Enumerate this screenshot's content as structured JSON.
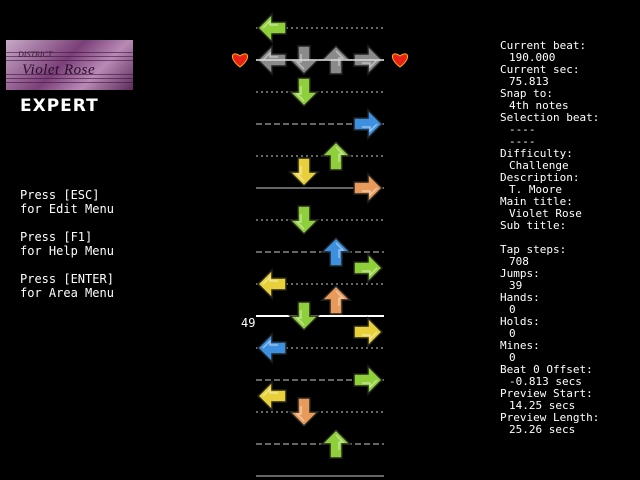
{
  "banner": {
    "line1": "DISTRICT",
    "line2": "Violet Rose"
  },
  "difficulty_label": "EXPERT",
  "help": [
    {
      "line1": "Press [ESC]",
      "line2": "for Edit Menu"
    },
    {
      "line1": "Press [F1]",
      "line2": "for Help Menu"
    },
    {
      "line1": "Press [ENTER]",
      "line2": "for Area Menu"
    }
  ],
  "stats": {
    "current_beat_label": "Current beat:",
    "current_beat": "190.000",
    "current_sec_label": "Current sec:",
    "current_sec": "75.813",
    "snap_label": "Snap to:",
    "snap": "4th notes",
    "selection_label": "Selection beat:",
    "selection1": "----",
    "selection2": "----",
    "difficulty_label": "Difficulty:",
    "difficulty": "Challenge",
    "description_label": "Description:",
    "description": "T. Moore",
    "main_title_label": "Main title:",
    "main_title": "Violet Rose",
    "sub_title_label": "Sub title:",
    "sub_title": "",
    "tap_steps_label": "Tap steps:",
    "tap_steps": "708",
    "jumps_label": "Jumps:",
    "jumps": "39",
    "hands_label": "Hands:",
    "hands": "0",
    "holds_label": "Holds:",
    "holds": "0",
    "mines_label": "Mines:",
    "mines": "0",
    "offset_label": "Beat 0 Offset:",
    "offset": "-0.813 secs",
    "preview_start_label": "Preview Start:",
    "preview_start": "14.25 secs",
    "preview_length_label": "Preview Length:",
    "preview_length": "25.26 secs"
  },
  "beat_marker": "49",
  "colors": {
    "red": "#e8903a",
    "blue": "#3d8fe0",
    "green": "#8fd03a",
    "yellow": "#e8d03a",
    "orange": "#e89a5a",
    "heart": "#e8201a",
    "receptor": "#8a8a8a"
  },
  "receptors": [
    "left",
    "down",
    "up",
    "right"
  ],
  "notes": [
    {
      "col": "left",
      "row": 0,
      "color": "green"
    },
    {
      "col": "down",
      "row": 2,
      "color": "green"
    },
    {
      "col": "right",
      "row": 3,
      "color": "blue"
    },
    {
      "col": "up",
      "row": 4,
      "color": "green"
    },
    {
      "col": "down",
      "row": 4.5,
      "color": "yellow"
    },
    {
      "col": "right",
      "row": 5,
      "color": "orange"
    },
    {
      "col": "down",
      "row": 6,
      "color": "green"
    },
    {
      "col": "up",
      "row": 7,
      "color": "blue"
    },
    {
      "col": "right",
      "row": 7.5,
      "color": "green"
    },
    {
      "col": "left",
      "row": 8,
      "color": "yellow"
    },
    {
      "col": "up",
      "row": 8.5,
      "color": "orange"
    },
    {
      "col": "down",
      "row": 9,
      "color": "green"
    },
    {
      "col": "right",
      "row": 9.5,
      "color": "yellow"
    },
    {
      "col": "left",
      "row": 10,
      "color": "blue"
    },
    {
      "col": "right",
      "row": 11,
      "color": "green"
    },
    {
      "col": "left",
      "row": 11.5,
      "color": "yellow"
    },
    {
      "col": "down",
      "row": 12,
      "color": "orange"
    },
    {
      "col": "up",
      "row": 13,
      "color": "green"
    }
  ]
}
